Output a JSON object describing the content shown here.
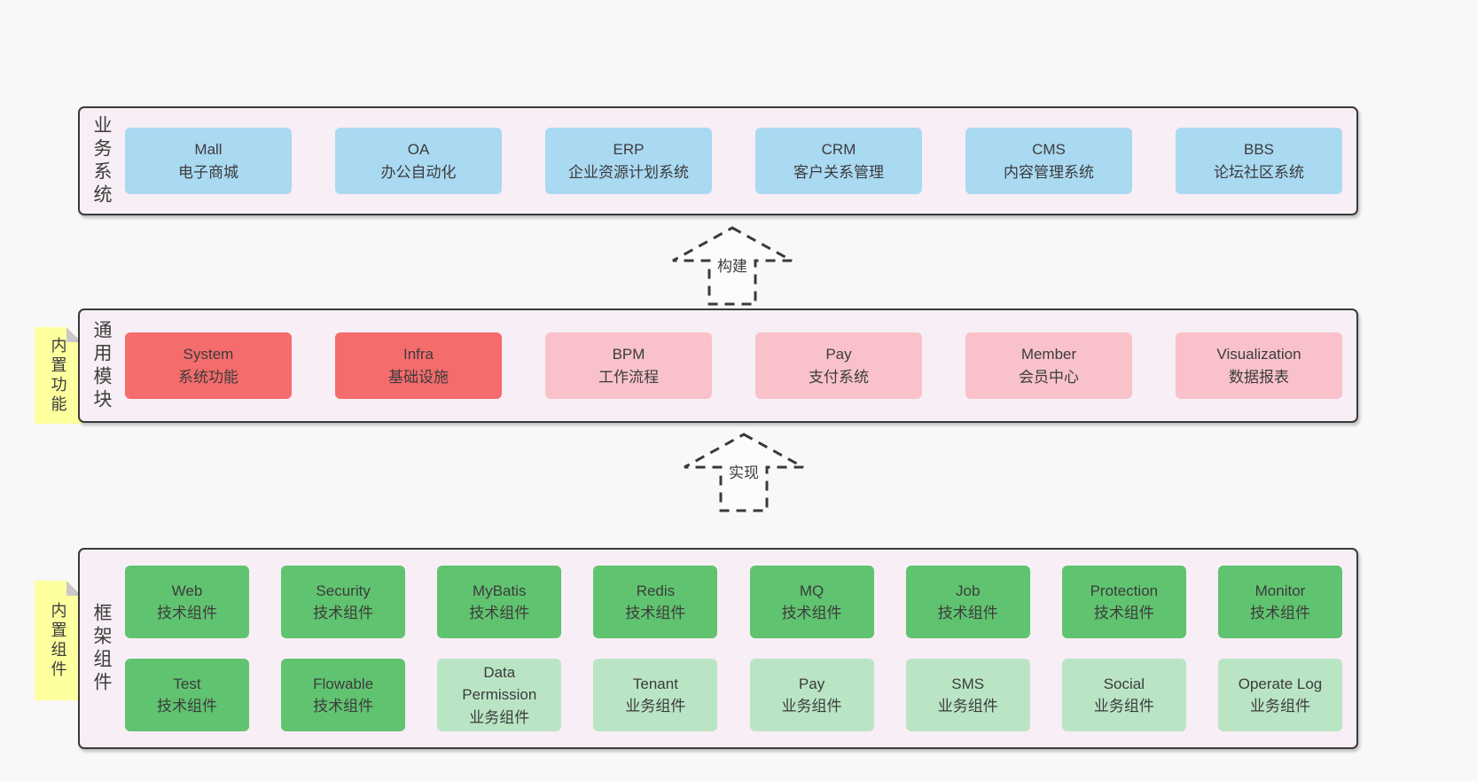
{
  "colors": {
    "page_bg": "#f8f8f8",
    "band_bg": "#f8eef5",
    "band_border": "#3a3a3a",
    "blue": "#aad9f2",
    "red": "#f56c6c",
    "pink": "#f9c2cb",
    "green": "#60c370",
    "green_light": "#bae5c5",
    "note_yellow": "#feff9e",
    "note_fold_gray": "#c9c9c9",
    "text": "#3c3c3c"
  },
  "bands": [
    {
      "label": "业务系统",
      "items": [
        {
          "id": "mall",
          "name": "Mall",
          "desc": "电子商城",
          "color": "blue"
        },
        {
          "id": "oa",
          "name": "OA",
          "desc": "办公自动化",
          "color": "blue"
        },
        {
          "id": "erp",
          "name": "ERP",
          "desc": "企业资源计划系统",
          "color": "blue"
        },
        {
          "id": "crm",
          "name": "CRM",
          "desc": "客户关系管理",
          "color": "blue"
        },
        {
          "id": "cms",
          "name": "CMS",
          "desc": "内容管理系统",
          "color": "blue"
        },
        {
          "id": "bbs",
          "name": "BBS",
          "desc": "论坛社区系统",
          "color": "blue"
        }
      ]
    },
    {
      "label": "通用模块",
      "note": "内置功能",
      "items": [
        {
          "id": "system",
          "name": "System",
          "desc": "系统功能",
          "color": "red"
        },
        {
          "id": "infra",
          "name": "Infra",
          "desc": "基础设施",
          "color": "red"
        },
        {
          "id": "bpm",
          "name": "BPM",
          "desc": "工作流程",
          "color": "pink"
        },
        {
          "id": "pay",
          "name": "Pay",
          "desc": "支付系统",
          "color": "pink"
        },
        {
          "id": "member",
          "name": "Member",
          "desc": "会员中心",
          "color": "pink"
        },
        {
          "id": "visualization",
          "name": "Visualization",
          "desc": "数据报表",
          "color": "pink"
        }
      ]
    },
    {
      "label": "框架组件",
      "note": "内置组件",
      "rows": [
        [
          {
            "id": "web",
            "name": "Web",
            "desc": "技术组件",
            "color": "green"
          },
          {
            "id": "security",
            "name": "Security",
            "desc": "技术组件",
            "color": "green"
          },
          {
            "id": "mybatis",
            "name": "MyBatis",
            "desc": "技术组件",
            "color": "green"
          },
          {
            "id": "redis",
            "name": "Redis",
            "desc": "技术组件",
            "color": "green"
          },
          {
            "id": "mq",
            "name": "MQ",
            "desc": "技术组件",
            "color": "green"
          },
          {
            "id": "job",
            "name": "Job",
            "desc": "技术组件",
            "color": "green"
          },
          {
            "id": "protection",
            "name": "Protection",
            "desc": "技术组件",
            "color": "green"
          },
          {
            "id": "monitor",
            "name": "Monitor",
            "desc": "技术组件",
            "color": "green"
          }
        ],
        [
          {
            "id": "test",
            "name": "Test",
            "desc": "技术组件",
            "color": "green"
          },
          {
            "id": "flowable",
            "name": "Flowable",
            "desc": "技术组件",
            "color": "green"
          },
          {
            "id": "data-permission",
            "name": "Data Permission",
            "desc": "业务组件",
            "color": "green_light"
          },
          {
            "id": "tenant",
            "name": "Tenant",
            "desc": "业务组件",
            "color": "green_light"
          },
          {
            "id": "pay-biz",
            "name": "Pay",
            "desc": "业务组件",
            "color": "green_light"
          },
          {
            "id": "sms",
            "name": "SMS",
            "desc": "业务组件",
            "color": "green_light"
          },
          {
            "id": "social",
            "name": "Social",
            "desc": "业务组件",
            "color": "green_light"
          },
          {
            "id": "operate-log",
            "name": "Operate Log",
            "desc": "业务组件",
            "color": "green_light"
          }
        ]
      ]
    }
  ],
  "arrows": [
    {
      "label": "构建"
    },
    {
      "label": "实现"
    }
  ]
}
